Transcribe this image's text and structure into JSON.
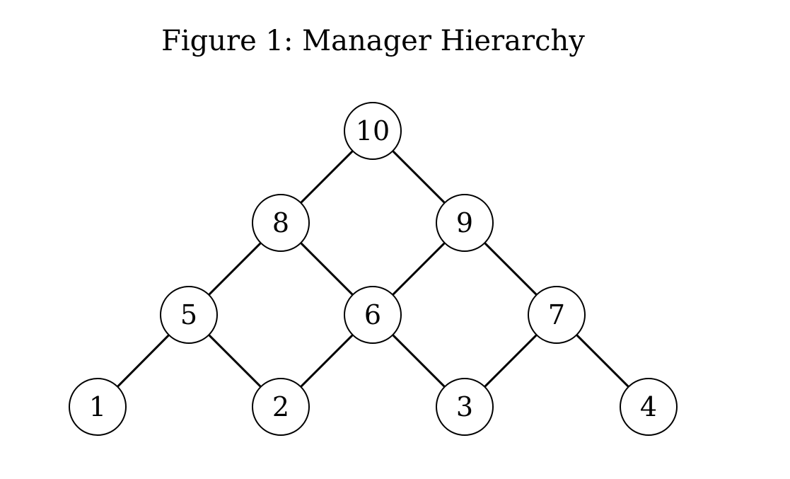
{
  "title": "Figure 1: Manager Hierarchy",
  "colors": {
    "stroke": "#000000",
    "node_fill": "#ffffff",
    "background": "#ffffff"
  },
  "nodes": [
    {
      "id": "10",
      "label": "10"
    },
    {
      "id": "8",
      "label": "8"
    },
    {
      "id": "9",
      "label": "9"
    },
    {
      "id": "5",
      "label": "5"
    },
    {
      "id": "6",
      "label": "6"
    },
    {
      "id": "7",
      "label": "7"
    },
    {
      "id": "1",
      "label": "1"
    },
    {
      "id": "2",
      "label": "2"
    },
    {
      "id": "3",
      "label": "3"
    },
    {
      "id": "4",
      "label": "4"
    }
  ],
  "edges": [
    {
      "from": "10",
      "to": "8"
    },
    {
      "from": "10",
      "to": "9"
    },
    {
      "from": "8",
      "to": "5"
    },
    {
      "from": "8",
      "to": "6"
    },
    {
      "from": "9",
      "to": "6"
    },
    {
      "from": "9",
      "to": "7"
    },
    {
      "from": "5",
      "to": "1"
    },
    {
      "from": "5",
      "to": "2"
    },
    {
      "from": "6",
      "to": "2"
    },
    {
      "from": "6",
      "to": "3"
    },
    {
      "from": "7",
      "to": "3"
    },
    {
      "from": "7",
      "to": "4"
    }
  ]
}
